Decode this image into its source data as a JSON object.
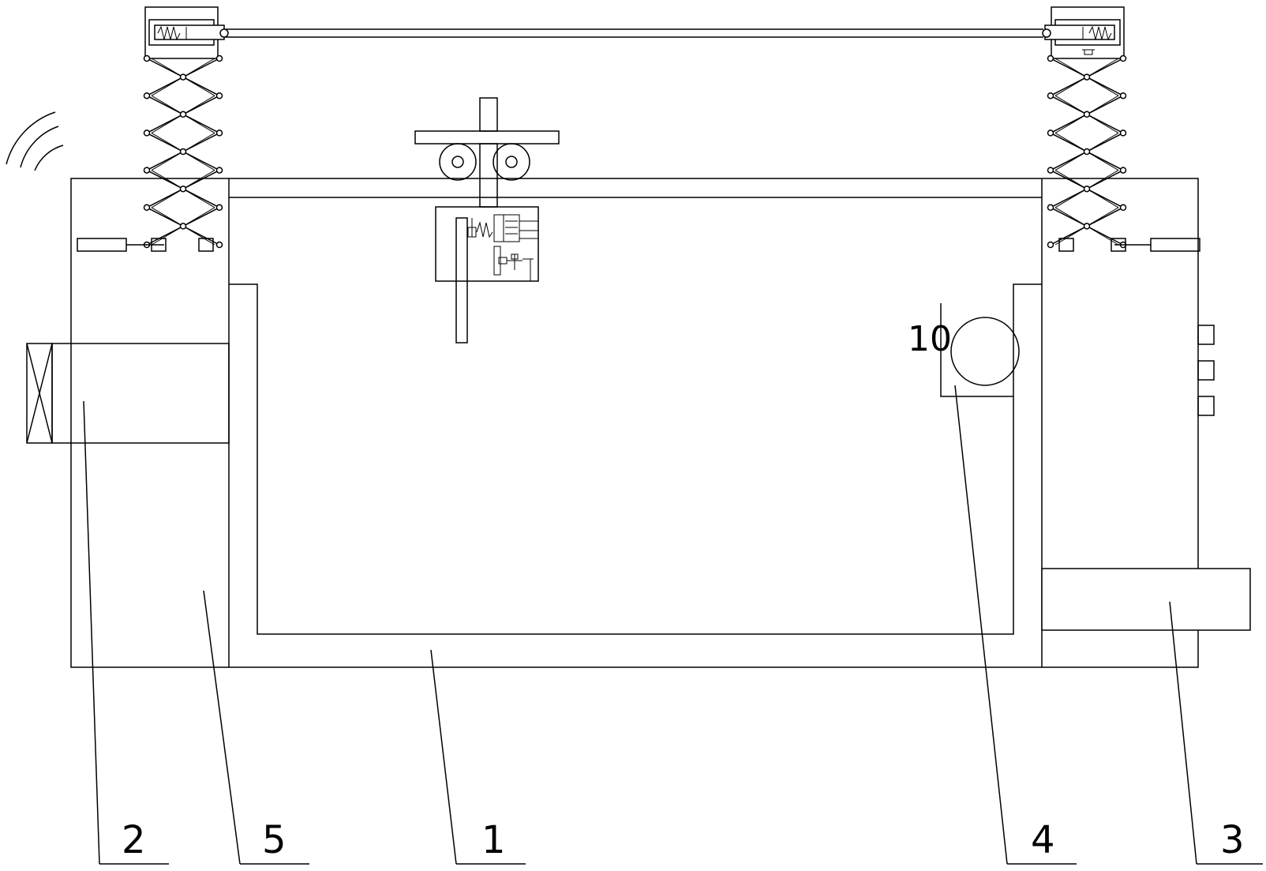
{
  "figure": {
    "part_label_10": "10",
    "callouts": [
      {
        "id": "2",
        "text": "2"
      },
      {
        "id": "5",
        "text": "5"
      },
      {
        "id": "1",
        "text": "1"
      },
      {
        "id": "4",
        "text": "4"
      },
      {
        "id": "3",
        "text": "3"
      }
    ]
  }
}
